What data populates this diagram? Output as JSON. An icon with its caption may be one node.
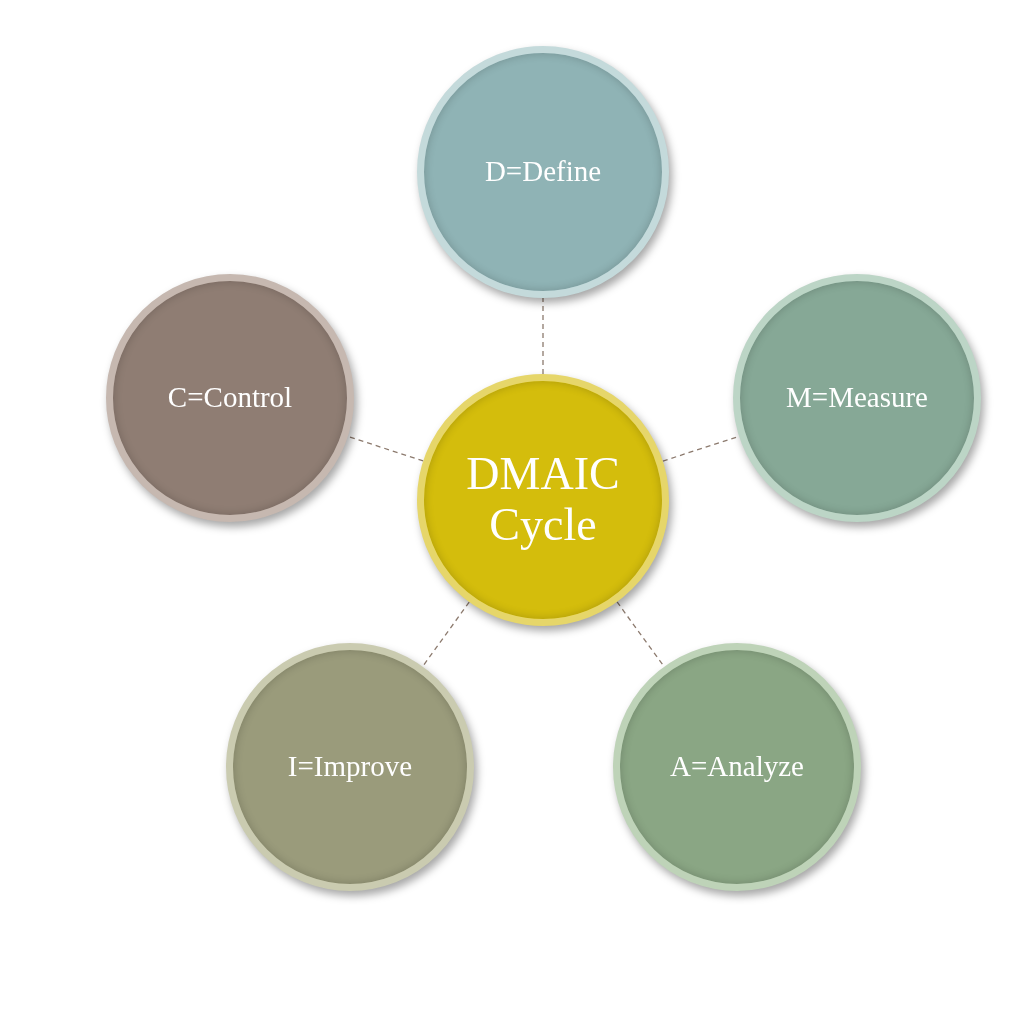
{
  "diagram": {
    "nodes": [
      {
        "text": [
          "DMAIC Cycle"
        ]
      },
      {
        "text": [
          "D=Define"
        ]
      },
      {
        "text": [
          "M=Measure"
        ]
      },
      {
        "text": [
          "A=Analyze"
        ]
      },
      {
        "text": [
          "I=Improve"
        ]
      },
      {
        "text": [
          "C=Control"
        ]
      }
    ],
    "edges": [
      {
        "from": 0,
        "to": 1,
        "arrow": "none",
        "style": "dashed"
      },
      {
        "from": 0,
        "to": 2,
        "arrow": "none",
        "style": "dashed"
      },
      {
        "from": 0,
        "to": 3,
        "arrow": "none",
        "style": "dashed"
      },
      {
        "from": 0,
        "to": 4,
        "arrow": "none",
        "style": "dashed"
      },
      {
        "from": 0,
        "to": 5,
        "arrow": "none",
        "style": "dashed"
      }
    ]
  }
}
